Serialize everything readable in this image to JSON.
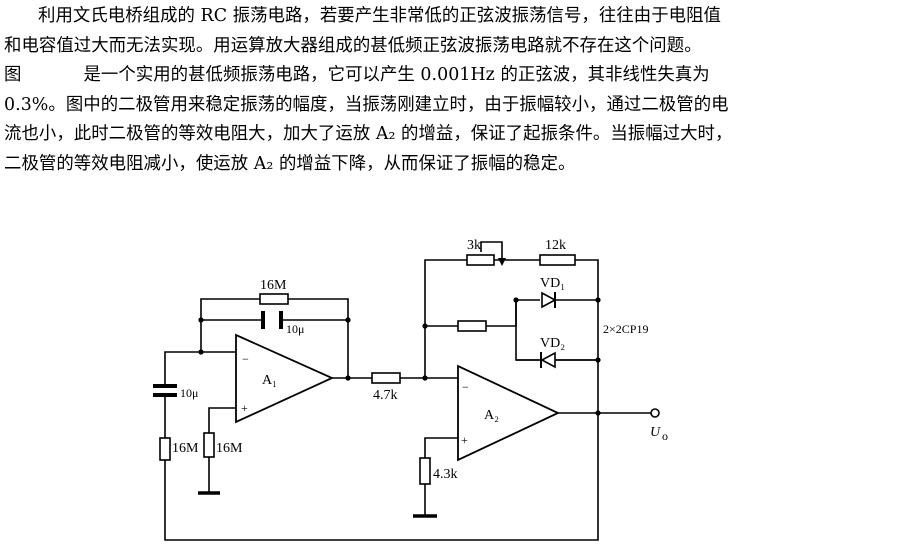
{
  "paragraph": {
    "line1": "利用文氏电桥组成的 RC 振荡电路，若要产生非常低的正弦波振荡信号，往往由于电阻值",
    "line2": "和电容值过大而无法实现。用运算放大器组成的甚低频正弦波振荡电路就不存在这个问题。",
    "line3_a": "图",
    "line3_b": "是一个实用的甚低频振荡电路，它可以产生 0.001Hz 的正弦波，其非线性失真为",
    "line4": "0.3%。图中的二极管用来稳定振荡的幅度，当振荡刚建立时，由于振幅较小，通过二极管的电",
    "line5": "流也小，此时二极管的等效电阻大，加大了运放 A₂ 的增益，保证了起振条件。当振幅过大时，",
    "line6": "二极管的等效电阻减小，使运放 A₂ 的增益下降，从而保证了振幅的稳定。"
  },
  "circuit": {
    "labels": {
      "r_16m_top": "16M",
      "c_10u_top": "10μ",
      "c_10u_left": "10μ",
      "r_16m_left": "16M",
      "r_16m_mid": "16M",
      "r_4_7k": "4.7k",
      "r_3k": "3k",
      "r_12k": "12k",
      "r_4_3k": "4.3k",
      "vd1": "VD₁",
      "vd2": "VD₂",
      "diodes": "2×2CP19",
      "a1": "A₁",
      "a2": "A₂",
      "minus": "−",
      "plus": "+",
      "output": "U",
      "output_sub": "o"
    }
  }
}
